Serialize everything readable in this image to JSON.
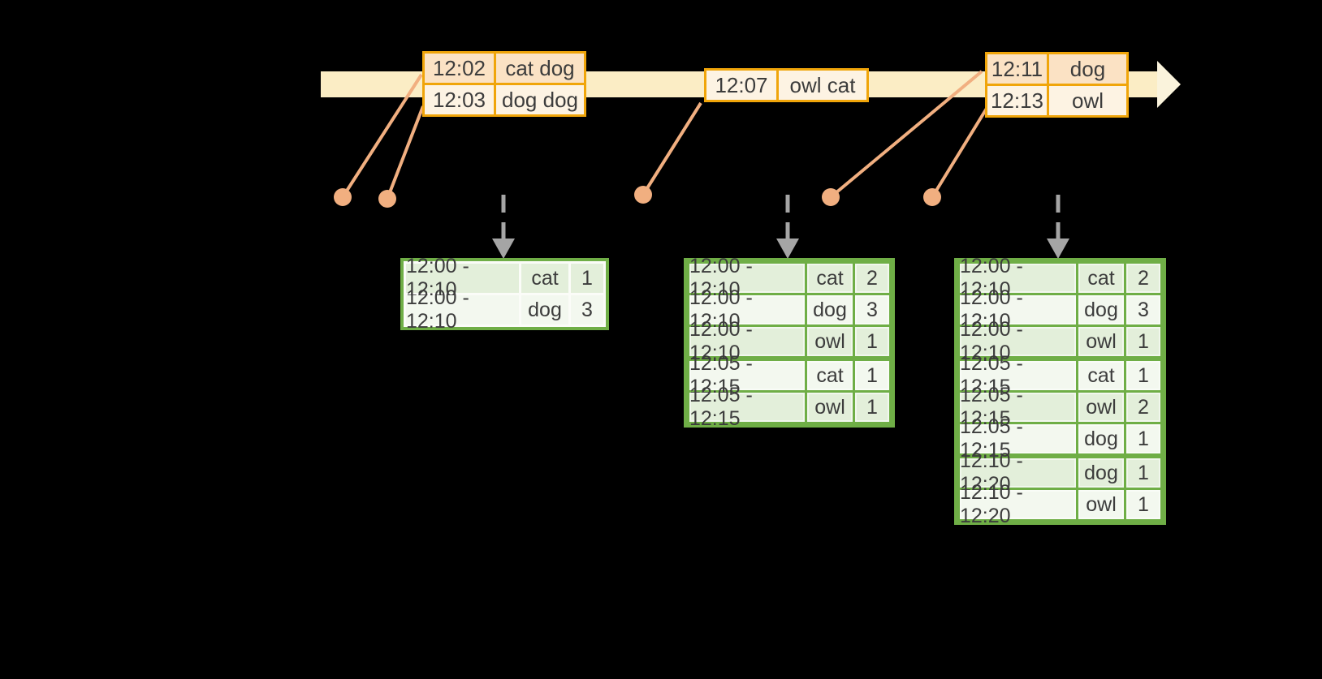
{
  "colors": {
    "background": "#000000",
    "timeline_fill": "#FBEDC5",
    "timeline_arrowhead_fill": "#FAF3DC",
    "event_box_border": "#F0A50A",
    "event_row_fill_dark": "#FBE2C4",
    "event_row_fill_light": "#FDF3E3",
    "connector": "#F1AF80",
    "trigger_arrow": "#A5A5A5",
    "result_border": "#6FAE46",
    "result_row_fill_green": "#E3EFDA",
    "result_row_fill_white": "#F3F8EF",
    "text": "#3C3C3C"
  },
  "timeline": {
    "events": [
      {
        "rows": [
          {
            "time": "12:02",
            "words": "cat dog"
          },
          {
            "time": "12:03",
            "words": "dog dog"
          }
        ]
      },
      {
        "rows": [
          {
            "time": "12:07",
            "words": "owl cat"
          }
        ]
      },
      {
        "rows": [
          {
            "time": "12:11",
            "words": "dog"
          },
          {
            "time": "12:13",
            "words": "owl"
          }
        ]
      }
    ]
  },
  "result_tables": [
    {
      "rows": [
        [
          "12:00 - 12:10",
          "cat",
          "1"
        ],
        [
          "12:00 - 12:10",
          "dog",
          "3"
        ]
      ]
    },
    {
      "rows": [
        [
          "12:00 - 12:10",
          "cat",
          "2"
        ],
        [
          "12:00 - 12:10",
          "dog",
          "3"
        ],
        [
          "12:00 - 12:10",
          "owl",
          "1"
        ],
        [
          "12:05 - 12:15",
          "cat",
          "1"
        ],
        [
          "12:05 - 12:15",
          "owl",
          "1"
        ]
      ]
    },
    {
      "rows": [
        [
          "12:00 - 12:10",
          "cat",
          "2"
        ],
        [
          "12:00 - 12:10",
          "dog",
          "3"
        ],
        [
          "12:00 - 12:10",
          "owl",
          "1"
        ],
        [
          "12:05 - 12:15",
          "cat",
          "1"
        ],
        [
          "12:05 - 12:15",
          "owl",
          "2"
        ],
        [
          "12:05 - 12:15",
          "dog",
          "1"
        ],
        [
          "12:10 - 12:20",
          "dog",
          "1"
        ],
        [
          "12:10 - 12:20",
          "owl",
          "1"
        ]
      ]
    }
  ]
}
